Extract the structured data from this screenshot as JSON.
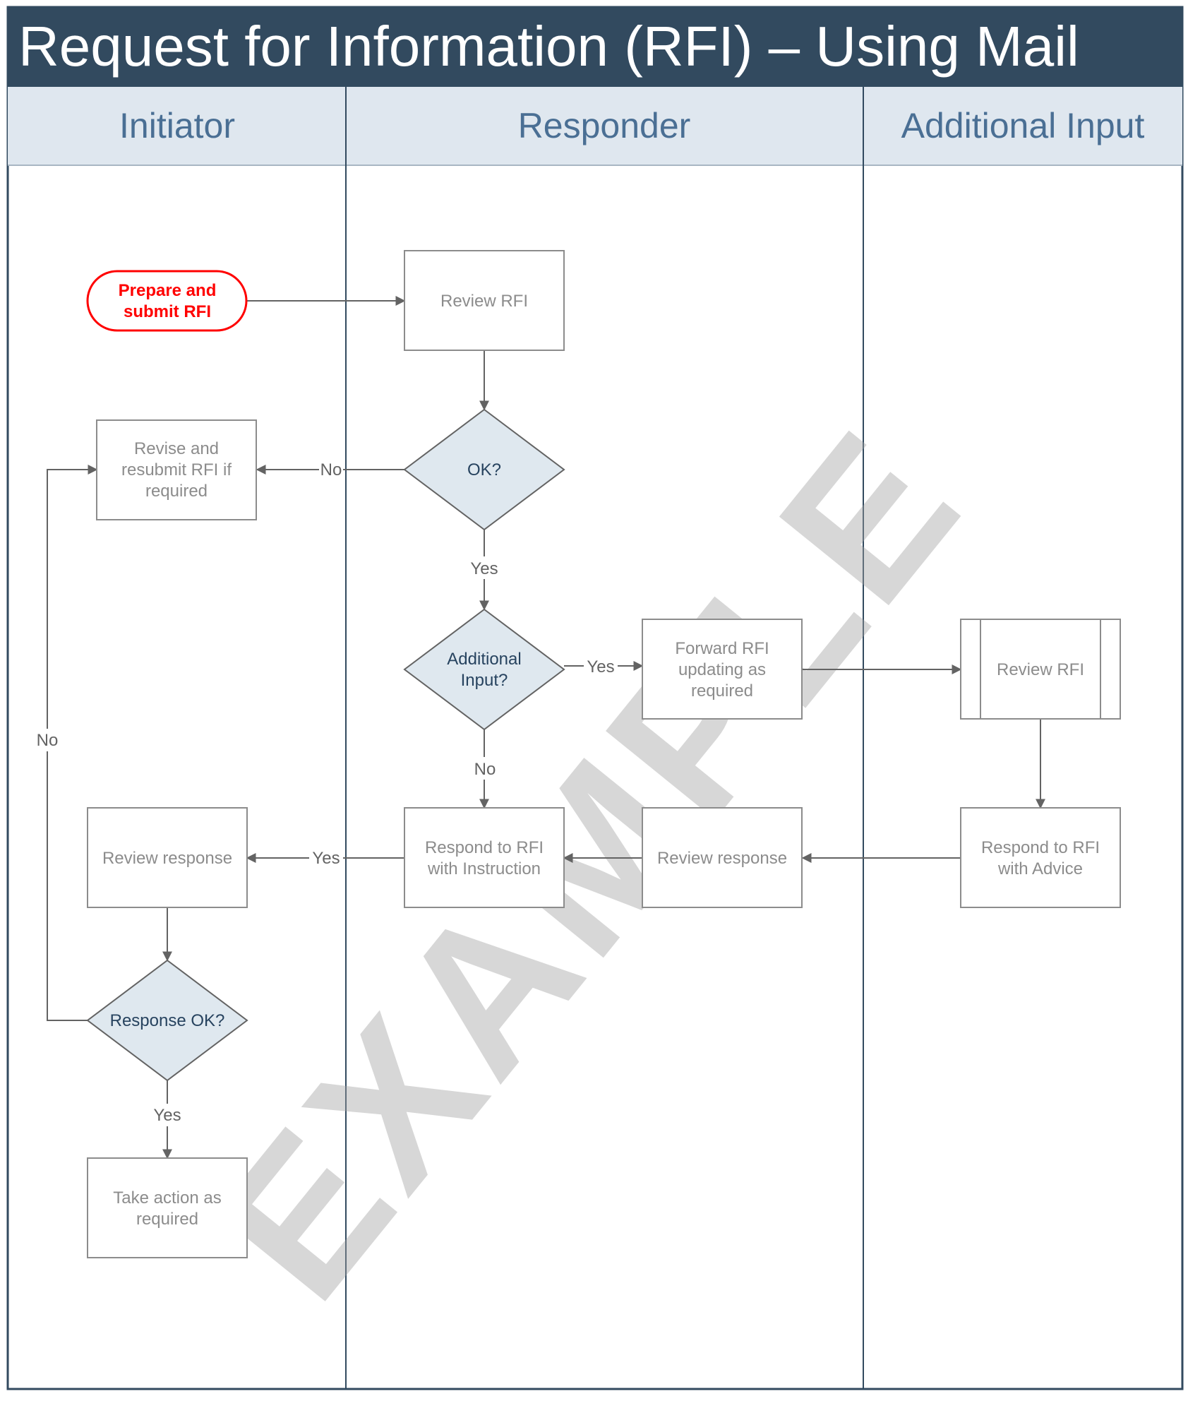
{
  "title": "Request for Information (RFI) – Using Mail",
  "lanes": {
    "initiator": "Initiator",
    "responder": "Responder",
    "additional": "Additional Input"
  },
  "nodes": {
    "prepare_submit": [
      "Prepare and",
      "submit RFI"
    ],
    "review_rfi": [
      "Review RFI"
    ],
    "revise_resubmit": [
      "Revise and",
      "resubmit RFI if",
      "required"
    ],
    "ok_decision": [
      "OK?"
    ],
    "additional_input_decision": [
      "Additional",
      "Input?"
    ],
    "forward_rfi": [
      "Forward RFI",
      "updating as",
      "required"
    ],
    "additional_review_rfi": [
      "Review RFI"
    ],
    "initiator_review_response": [
      "Review response"
    ],
    "respond_instruction": [
      "Respond to RFI",
      "with Instruction"
    ],
    "responder_review_response": [
      "Review response"
    ],
    "respond_advice": [
      "Respond to RFI",
      "with Advice"
    ],
    "response_ok_decision": [
      "Response OK?"
    ],
    "take_action": [
      "Take action as",
      "required"
    ]
  },
  "edge_labels": {
    "ok_no": "No",
    "ok_yes": "Yes",
    "additional_yes": "Yes",
    "additional_no": "No",
    "instruction_yes": "Yes",
    "response_no": "No",
    "response_yes": "Yes"
  },
  "watermark": "EXAMPLE",
  "colors": {
    "title_bar": "#324a5f",
    "lane_header": "#dfe7ef",
    "lane_text": "#4a6f94",
    "decision_fill": "#dfe8ef",
    "start_stroke": "#ff0000",
    "lane_border": "#324a5f",
    "node_stroke": "#8c8c8c",
    "arrow": "#636363"
  }
}
